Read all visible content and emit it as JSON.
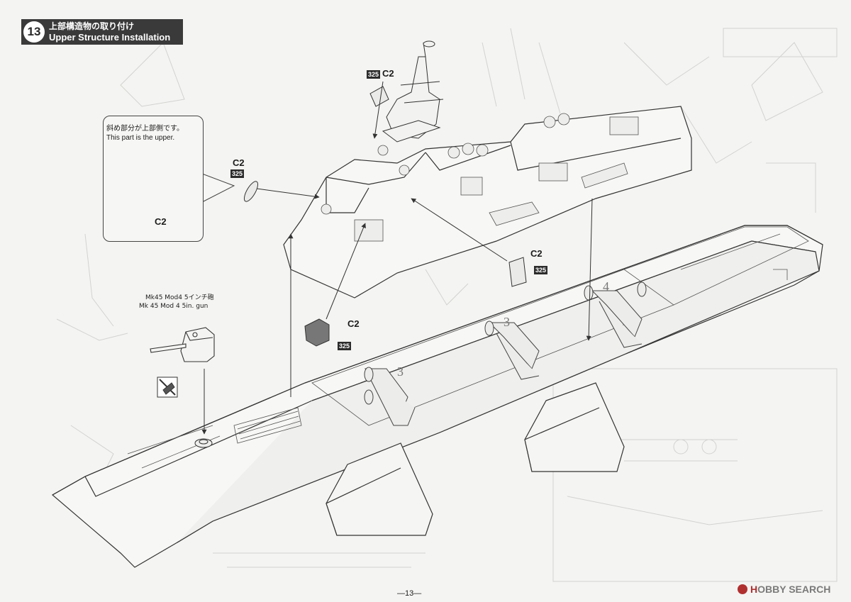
{
  "step": {
    "number": "13",
    "title_jp": "上部構造物の取り付け",
    "title_en": "Upper Structure Installation"
  },
  "parts": {
    "paint_code": "325",
    "part_id": "C2"
  },
  "callout": {
    "text_jp": "斜め部分が上部側です。",
    "text_en": "This part is the upper."
  },
  "gun": {
    "label_jp": "Mk45 Mod4 5インチ砲",
    "label_en": "Mk 45 Mod 4 5in. gun"
  },
  "hull_numbers": [
    "3",
    "3",
    "4"
  ],
  "page_number": "—13—",
  "watermark": {
    "prefix": "H",
    "rest": "OBBY SEARCH"
  }
}
